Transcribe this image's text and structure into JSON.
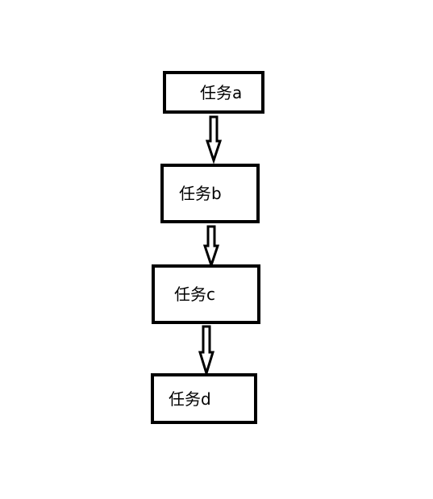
{
  "diagram": {
    "nodes": [
      {
        "id": "a",
        "label": "任务a"
      },
      {
        "id": "b",
        "label": "任务b"
      },
      {
        "id": "c",
        "label": "任务c"
      },
      {
        "id": "d",
        "label": "任务d"
      }
    ],
    "edges": [
      {
        "from": "a",
        "to": "b"
      },
      {
        "from": "b",
        "to": "c"
      },
      {
        "from": "c",
        "to": "d"
      }
    ],
    "colors": {
      "stroke": "#000000",
      "fill": "#ffffff",
      "text": "#000000"
    }
  }
}
